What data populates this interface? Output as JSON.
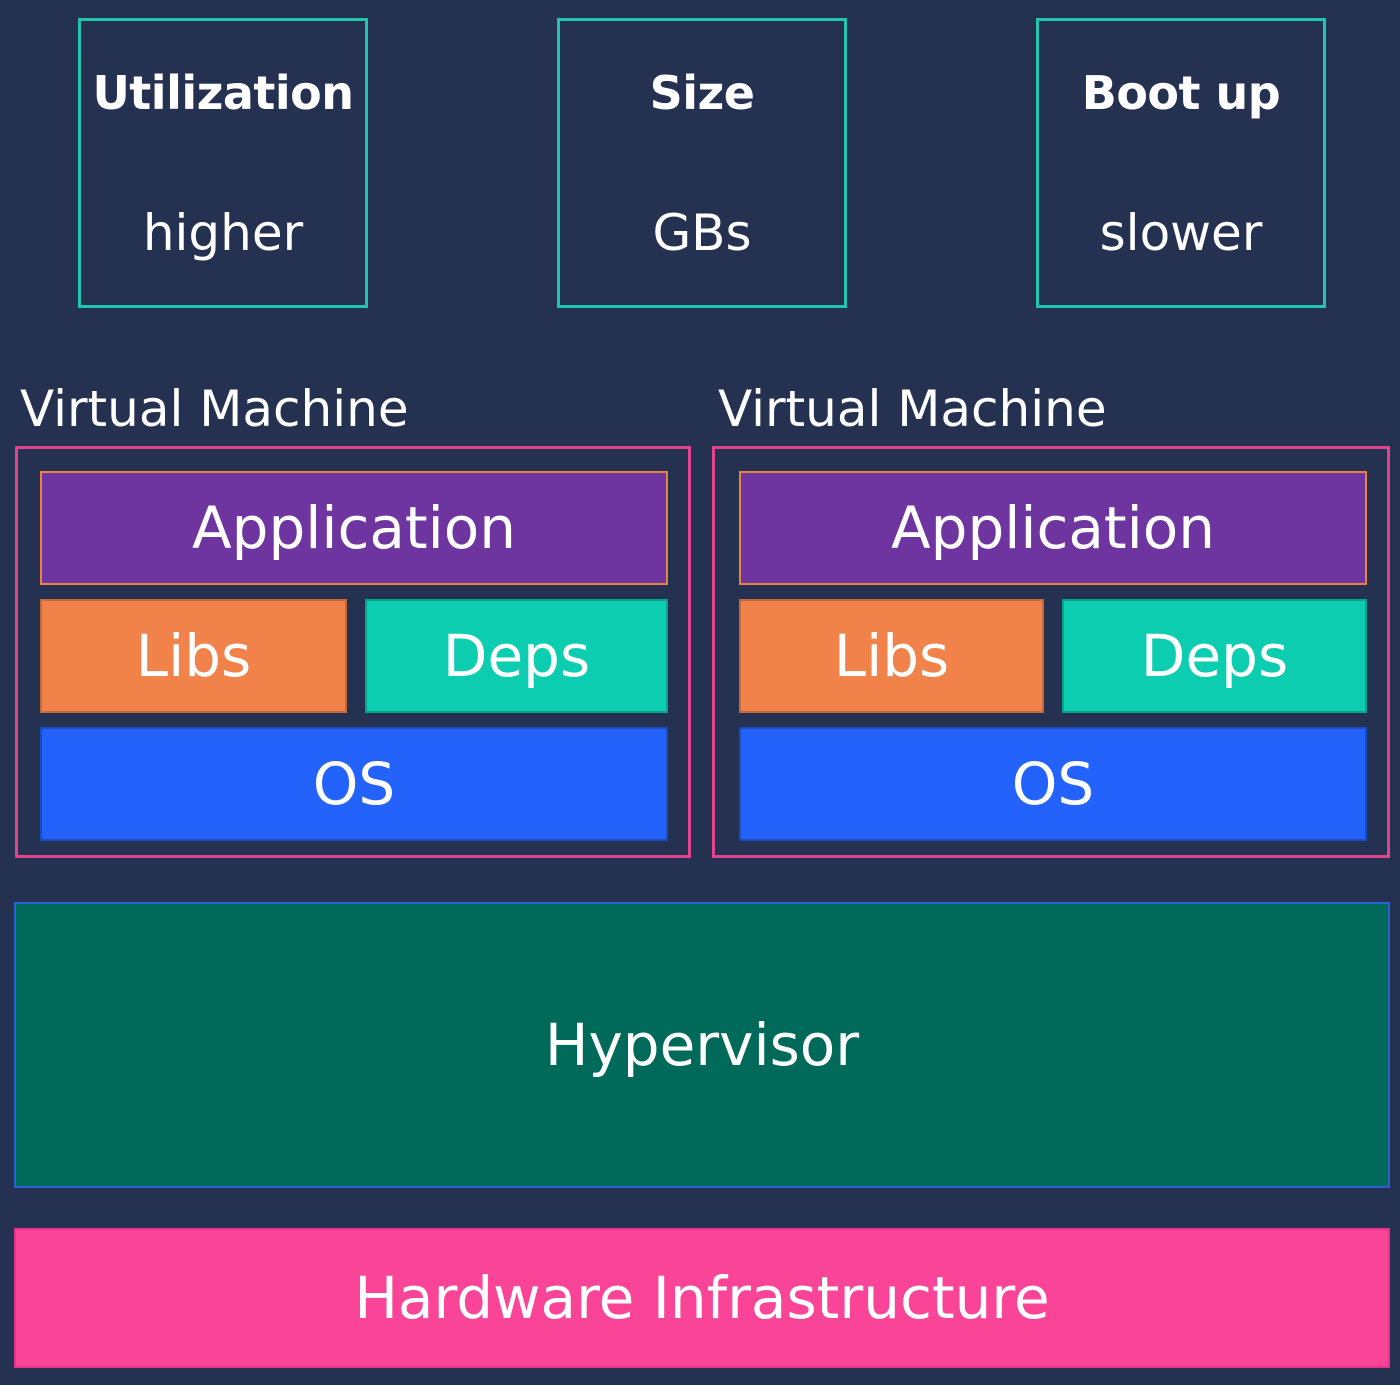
{
  "metrics": [
    {
      "title": "Utilization",
      "value": "higher"
    },
    {
      "title": "Size",
      "value": "GBs"
    },
    {
      "title": "Boot up",
      "value": "slower"
    }
  ],
  "vms": [
    {
      "label": "Virtual Machine",
      "application": "Application",
      "libs": "Libs",
      "deps": "Deps",
      "os": "OS"
    },
    {
      "label": "Virtual Machine",
      "application": "Application",
      "libs": "Libs",
      "deps": "Deps",
      "os": "OS"
    }
  ],
  "hypervisor": "Hypervisor",
  "hardware": "Hardware Infrastructure",
  "colors": {
    "background": "#253150",
    "metric_border": "#1fc5ad",
    "vm_border": "#e3428f",
    "application": "#6e35a0",
    "libs": "#f1824a",
    "deps": "#0ccdb0",
    "os": "#2463fb",
    "hypervisor": "#006a5a",
    "hardware": "#fa4497"
  }
}
